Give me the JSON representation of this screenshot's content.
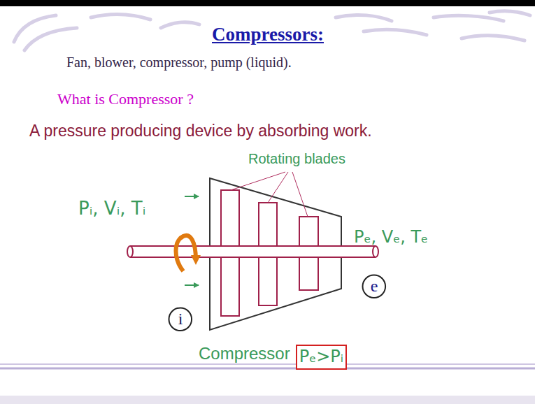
{
  "diagram": {
    "title": "Compressors:",
    "nodes": [
      {
        "text": [
          "i"
        ]
      },
      {
        "text": [
          "e"
        ]
      },
      {
        "text": [
          "Pₑ>Pᵢ"
        ]
      }
    ],
    "labels": [
      "Fan, blower, compressor, pump (liquid).",
      "What is  Compressor ?",
      "A pressure producing device by  absorbing work.",
      "Rotating blades",
      "Pᵢ, Vᵢ, Tᵢ",
      "Pₑ, Vₑ, Tₑ",
      "Compressor"
    ]
  }
}
